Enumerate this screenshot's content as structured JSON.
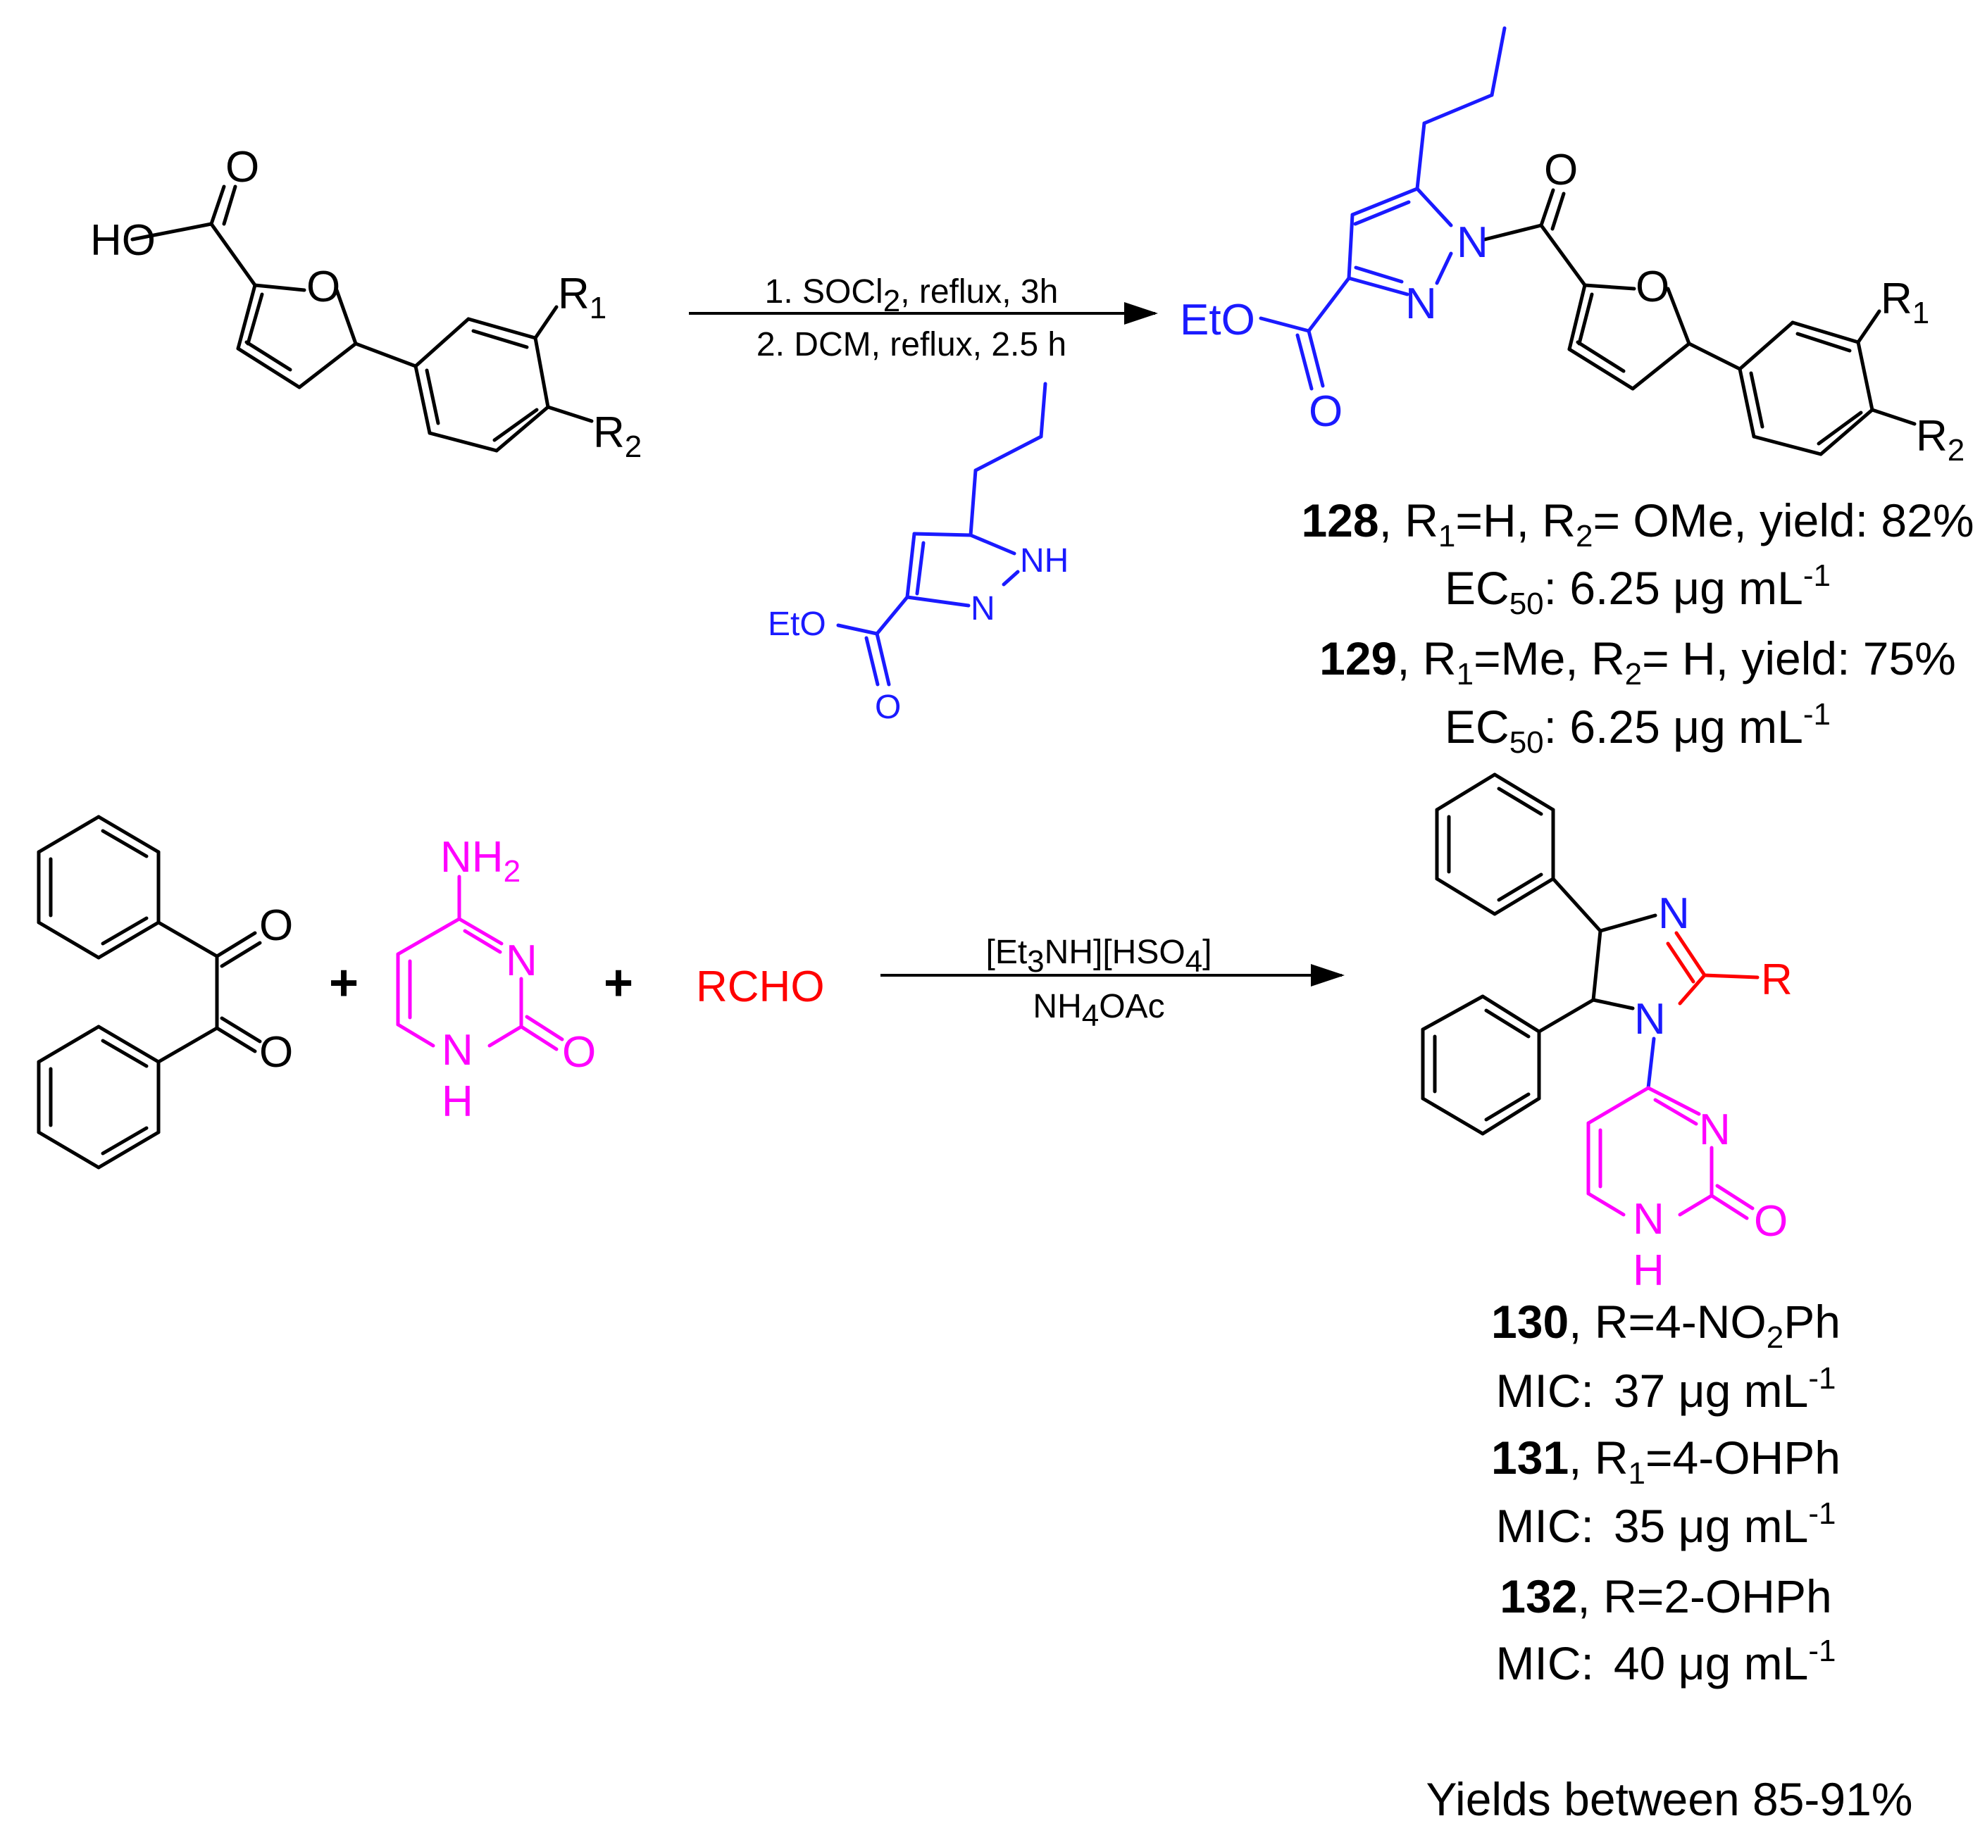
{
  "colors": {
    "black": "#000000",
    "blue": "#1a1aff",
    "magenta": "#ff00ff",
    "red": "#ff0000"
  },
  "reaction1": {
    "start_labels": {
      "oh": "HO",
      "o_carbonyl": "O",
      "o_ring": "O",
      "r1": "R",
      "r1_sub": "1",
      "r2": "R",
      "r2_sub": "2"
    },
    "conditions": {
      "step1_pre": "1. SOCl",
      "step1_sub": "2",
      "step1_post": ", reflux, 3h",
      "step2": "2. DCM, reflux, 2.5 h"
    },
    "reagent_labels": {
      "nh": "NH",
      "n": "N",
      "eto": "EtO",
      "o": "O"
    },
    "product_labels": {
      "n1": "N",
      "n2": "N",
      "eto": "EtO",
      "o_ester": "O",
      "o_carbonyl": "O",
      "o_ring": "O",
      "r1": "R",
      "r1_sub": "1",
      "r2": "R",
      "r2_sub": "2"
    },
    "compounds": [
      {
        "id": "128",
        "desc_a": ", R",
        "desc_a_sub": "1",
        "desc_b": "=H, R",
        "desc_b_sub": "2",
        "desc_c": "= OMe, yield: 82%",
        "ec_label": "EC",
        "ec_sub": "50",
        "ec_value": ":   6.25 μg mL",
        "ec_exp": "-1"
      },
      {
        "id": "129",
        "desc_a": ", R",
        "desc_a_sub": "1",
        "desc_b": "=Me, R",
        "desc_b_sub": "2",
        "desc_c": "= H, yield: 75%",
        "ec_label": "EC",
        "ec_sub": "50",
        "ec_value": ":   6.25 μg mL",
        "ec_exp": "-1"
      }
    ]
  },
  "reaction2": {
    "benzil_labels": {
      "o1": "O",
      "o2": "O"
    },
    "plus": "+",
    "cytosine_labels": {
      "nh2": "NH",
      "nh2_sub": "2",
      "n": "N",
      "o": "O",
      "nh": "N",
      "h": "H"
    },
    "aldehyde": "RCHO",
    "conditions": {
      "line1_a": "[Et",
      "line1_sub1": "3",
      "line1_b": "NH][HSO",
      "line1_sub2": "4",
      "line1_c": "]",
      "line2_a": "NH",
      "line2_sub": "4",
      "line2_b": "OAc"
    },
    "product_labels": {
      "n_imine": "N",
      "n_ring": "N",
      "r": "R",
      "n_cyt": "N",
      "o_cyt": "O",
      "nh_cyt": "N",
      "h_cyt": "H"
    },
    "compounds": [
      {
        "id": "130",
        "desc": ", R=4-NO",
        "desc_sub": "2",
        "desc_post": "Ph",
        "mic_label": "MIC:",
        "mic_value": "37 μg mL",
        "mic_exp": "-1"
      },
      {
        "id": "131",
        "desc": ", R",
        "desc_sub": "1",
        "desc_post": "=4-OHPh",
        "mic_label": "MIC:",
        "mic_value": "35 μg mL",
        "mic_exp": "-1"
      },
      {
        "id": "132",
        "desc": ", R=2-OHPh",
        "desc_sub": "",
        "desc_post": "",
        "mic_label": "MIC:",
        "mic_value": "40 μg mL",
        "mic_exp": "-1"
      }
    ],
    "yields_note": "Yields between 85-91%"
  }
}
